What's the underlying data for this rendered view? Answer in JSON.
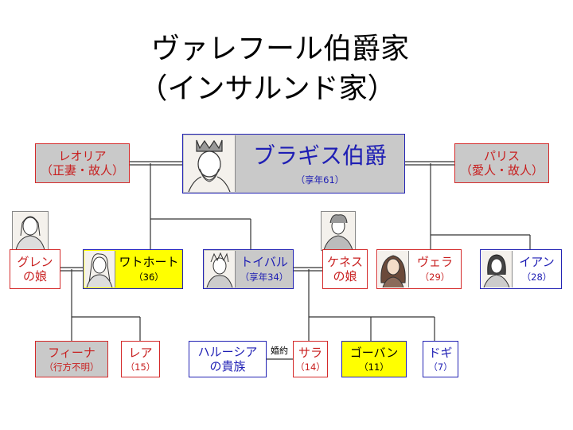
{
  "title": {
    "line1": "ヴァレフール伯爵家",
    "line2": "（インサルンド家）"
  },
  "head": {
    "name": "ブラギス伯爵",
    "note": "（享年61）"
  },
  "spouses": {
    "left": {
      "line1": "レオリア",
      "line2": "（正妻・故人）"
    },
    "right": {
      "line1": "パリス",
      "line2": "（愛人・故人）"
    }
  },
  "row2": {
    "glen_daughter": {
      "line1": "グレン",
      "line2": "の娘"
    },
    "watohoto": {
      "name": "ワトホート",
      "note": "（36）"
    },
    "toibaru": {
      "name": "トイバル",
      "note": "（享年34）"
    },
    "kenesu_daughter": {
      "line1": "ケネス",
      "line2": "の娘"
    },
    "vera": {
      "name": "ヴェラ",
      "note": "（29）"
    },
    "ian": {
      "name": "イアン",
      "note": "（28）"
    }
  },
  "row3": {
    "fina": {
      "name": "フィーナ",
      "note": "（行方不明）"
    },
    "rea": {
      "name": "レア",
      "note": "（15）"
    },
    "hallucia": {
      "line1": "ハルーシア",
      "line2": "の貴族"
    },
    "engaged": "婚約",
    "sara": {
      "name": "サラ",
      "note": "（14）"
    },
    "goban": {
      "name": "ゴーバン",
      "note": "（11）"
    },
    "dogi": {
      "name": "ドギ",
      "note": "（7）"
    }
  },
  "colors": {
    "red": "#d42a2a",
    "blue": "#2323b4",
    "gray": "#c9c9c9",
    "yellow": "#ffff00"
  },
  "icons": [
    "king-portrait",
    "glen-portrait",
    "watohoto-portrait",
    "toibaru-portrait",
    "kenesu-portrait",
    "vera-portrait",
    "ian-portrait"
  ]
}
